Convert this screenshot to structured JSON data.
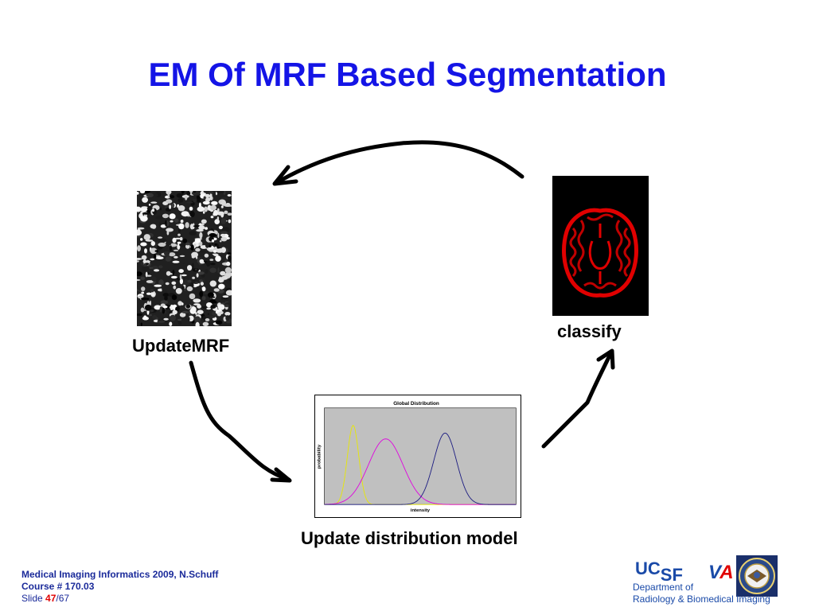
{
  "slide": {
    "title": "EM Of MRF Based Segmentation"
  },
  "diagram": {
    "update_mrf_label": "UpdateMRF",
    "classify_label": "classify",
    "update_distribution_label": "Update distribution model"
  },
  "chart_data": {
    "type": "line",
    "title": "Global Distribution",
    "xlabel": "intensity",
    "ylabel": "probability",
    "xlim": [
      0,
      100
    ],
    "ylim": [
      0,
      1
    ],
    "grid": false,
    "legend": "none",
    "series": [
      {
        "color": "#e8e800",
        "mean": 15,
        "sd": 3,
        "peak": 0.82
      },
      {
        "color": "#e000e0",
        "mean": 32,
        "sd": 9,
        "peak": 0.68
      },
      {
        "color": "#1a1a80",
        "mean": 63,
        "sd": 6,
        "peak": 0.74
      }
    ]
  },
  "footer": {
    "line1": "Medical Imaging Informatics 2009, N.Schuff",
    "line2": "Course # 170.03",
    "slide_prefix": "Slide ",
    "slide_current": "47",
    "slide_total": "/67"
  },
  "logos": {
    "ucsf_uc": "UC",
    "ucsf_sf": "SF",
    "va_v": "V",
    "va_a": "A",
    "dept_line1": "Department of",
    "dept_line2": "Radiology & Biomedical Imaging"
  }
}
